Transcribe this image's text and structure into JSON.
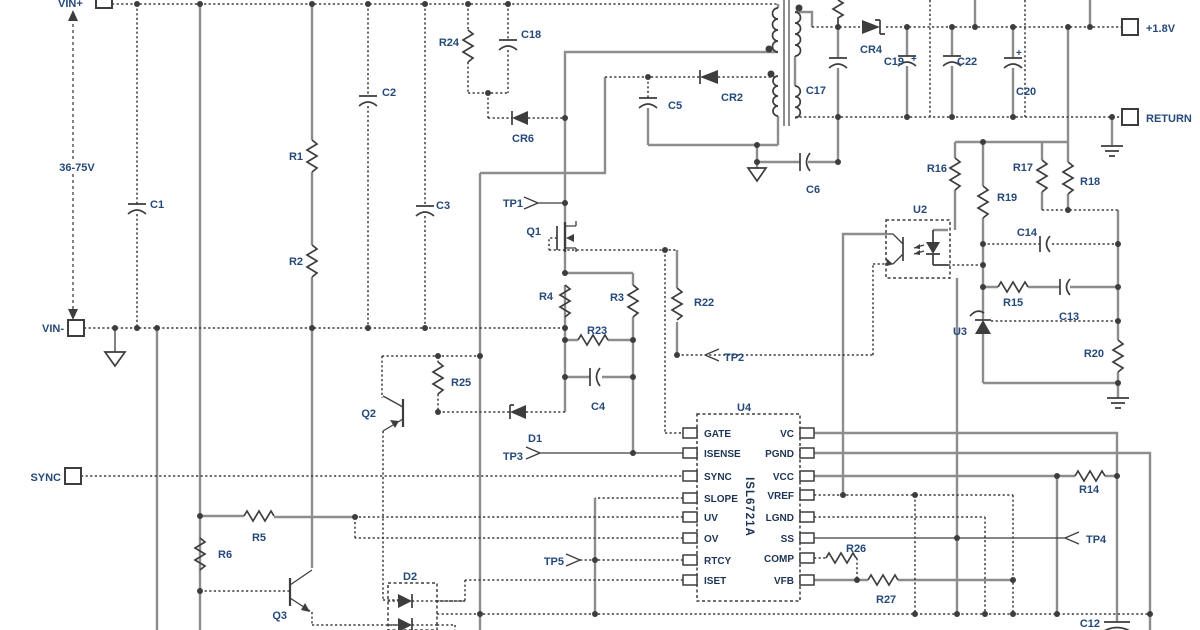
{
  "schematic": {
    "ports": {
      "vin_plus": "VIN+",
      "vin_minus": "VIN-",
      "sync": "SYNC",
      "out_pos": "+1.8V",
      "out_return": "RETURN"
    },
    "input_range": "36-75V",
    "polarity": "+",
    "components": {
      "c1": "C1",
      "c2": "C2",
      "c3": "C3",
      "c4": "C4",
      "c5": "C5",
      "c6": "C6",
      "c12": "C12",
      "c13": "C13",
      "c14": "C14",
      "c17": "C17",
      "c18": "C18",
      "c19": "C19",
      "c20": "C20",
      "c22": "C22",
      "r1": "R1",
      "r2": "R2",
      "r3": "R3",
      "r4": "R4",
      "r5": "R5",
      "r6": "R6",
      "r14": "R14",
      "r15": "R15",
      "r16": "R16",
      "r17": "R17",
      "r18": "R18",
      "r19": "R19",
      "r20": "R20",
      "r22": "R22",
      "r23": "R23",
      "r24": "R24",
      "r25": "R25",
      "r26": "R26",
      "r27": "R27",
      "cr2": "CR2",
      "cr4": "CR4",
      "cr6": "CR6",
      "d1": "D1",
      "d2": "D2",
      "q1": "Q1",
      "q2": "Q2",
      "q3": "Q3",
      "u2": "U2",
      "u3": "U3"
    },
    "test_points": {
      "tp1": "TP1",
      "tp2": "TP2",
      "tp3": "TP3",
      "tp4": "TP4",
      "tp5": "TP5"
    },
    "ic": {
      "ref": "U4",
      "part": "ISL6721A",
      "left_pins": [
        "GATE",
        "ISENSE",
        "SYNC",
        "SLOPE",
        "UV",
        "OV",
        "RTCY",
        "ISET"
      ],
      "right_pins": [
        "VC",
        "PGND",
        "VCC",
        "VREF",
        "LGND",
        "SS",
        "COMP",
        "VFB"
      ]
    }
  }
}
